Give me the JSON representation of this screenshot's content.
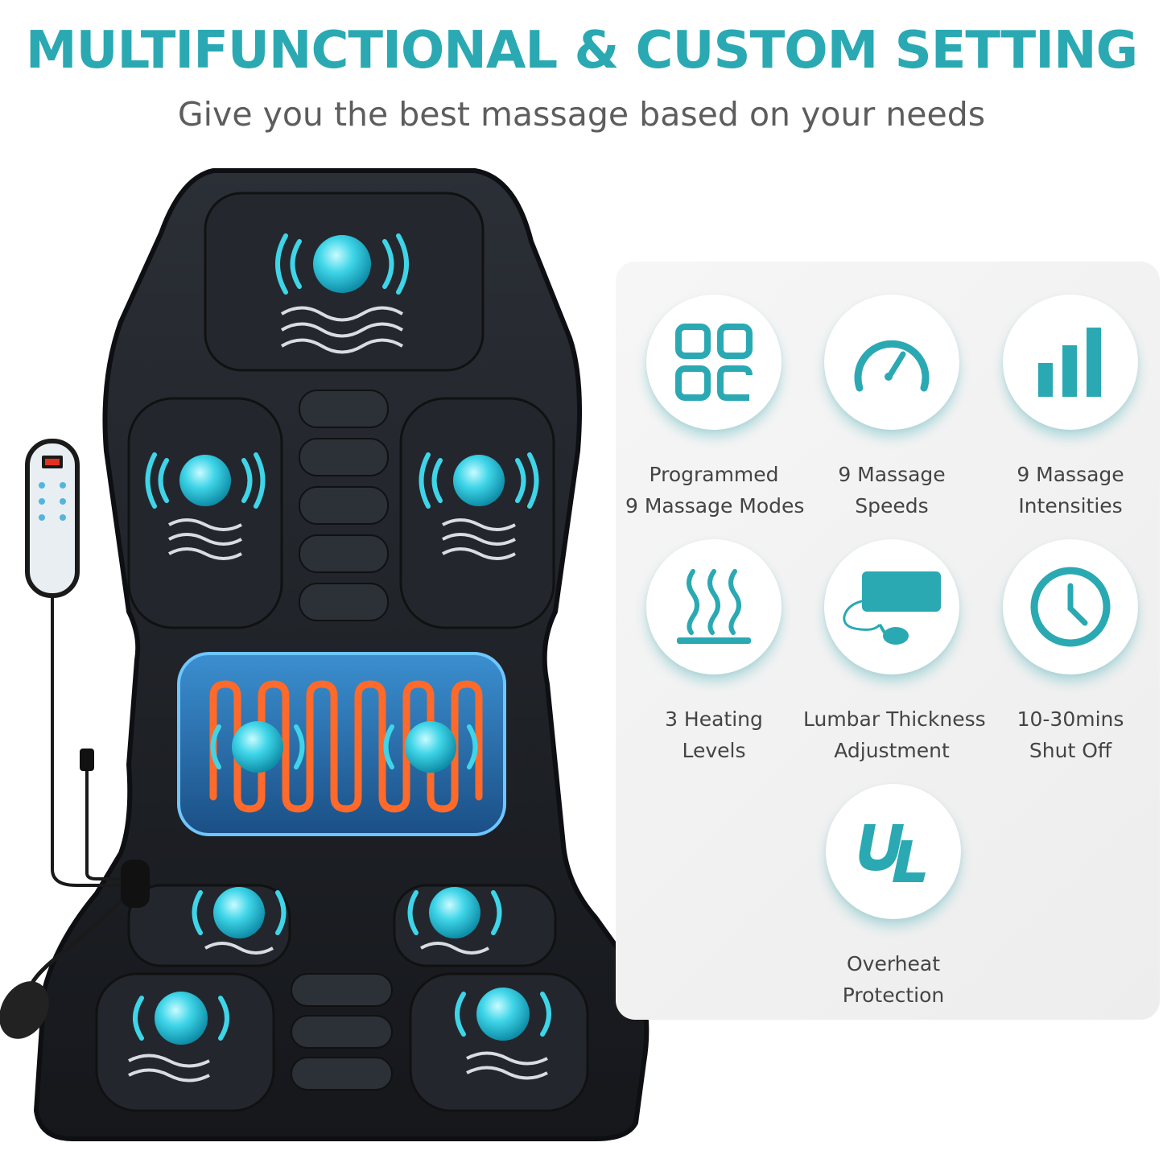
{
  "header": {
    "title": "MULTIFUNCTIONAL & CUSTOM SETTING",
    "subtitle": "Give you the best massage based on your needs"
  },
  "colors": {
    "accent": "#2aa9b3",
    "cushion": "#1e2126",
    "node": "#3fd5e8",
    "heat": "#ff6a2a"
  },
  "features": [
    {
      "icon": "grid-modes-icon",
      "line1": "Programmed",
      "line2": "9 Massage Modes"
    },
    {
      "icon": "speedometer-icon",
      "line1": "9 Massage",
      "line2": "Speeds"
    },
    {
      "icon": "bar-chart-icon",
      "line1": "9 Massage",
      "line2": "Intensities"
    },
    {
      "icon": "heat-waves-icon",
      "line1": "3 Heating",
      "line2": "Levels"
    },
    {
      "icon": "lumbar-pump-icon",
      "line1": "Lumbar Thickness",
      "line2": "Adjustment"
    },
    {
      "icon": "clock-icon",
      "line1": "10-30mins",
      "line2": "Shut Off"
    },
    {
      "icon": "ul-logo-icon",
      "line1": "Overheat",
      "line2": "Protection"
    }
  ]
}
